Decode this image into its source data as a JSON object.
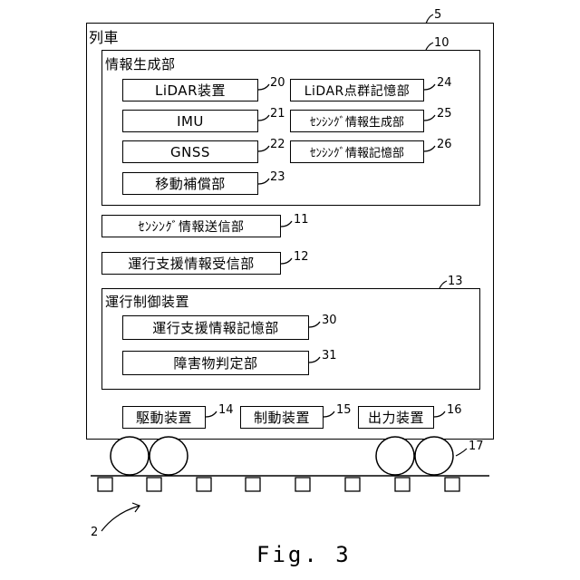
{
  "train": {
    "title": "列車",
    "ref": "5",
    "info_unit": {
      "title": "情報生成部",
      "ref": "10",
      "items": [
        {
          "label": "LiDAR装置",
          "ref": "20"
        },
        {
          "label": "IMU",
          "ref": "21"
        },
        {
          "label": "GNSS",
          "ref": "22"
        },
        {
          "label": "移動補償部",
          "ref": "23"
        },
        {
          "label": "LiDAR点群記憶部",
          "ref": "24"
        },
        {
          "label": "ｾﾝｼﾝｸﾞ情報生成部",
          "ref": "25"
        },
        {
          "label": "ｾﾝｼﾝｸﾞ情報記憶部",
          "ref": "26"
        }
      ]
    },
    "sensing_tx": {
      "label": "ｾﾝｼﾝｸﾞ情報送信部",
      "ref": "11"
    },
    "support_rx": {
      "label": "運行支援情報受信部",
      "ref": "12"
    },
    "control_unit": {
      "title": "運行制御装置",
      "ref": "13",
      "items": [
        {
          "label": "運行支援情報記憶部",
          "ref": "30"
        },
        {
          "label": "障害物判定部",
          "ref": "31"
        }
      ]
    },
    "bottom_units": [
      {
        "label": "駆動装置",
        "ref": "14"
      },
      {
        "label": "制動装置",
        "ref": "15"
      },
      {
        "label": "出力装置",
        "ref": "16"
      }
    ],
    "wheels_ref": "17"
  },
  "system_ref": "2",
  "figure_caption": "Fig. 3"
}
